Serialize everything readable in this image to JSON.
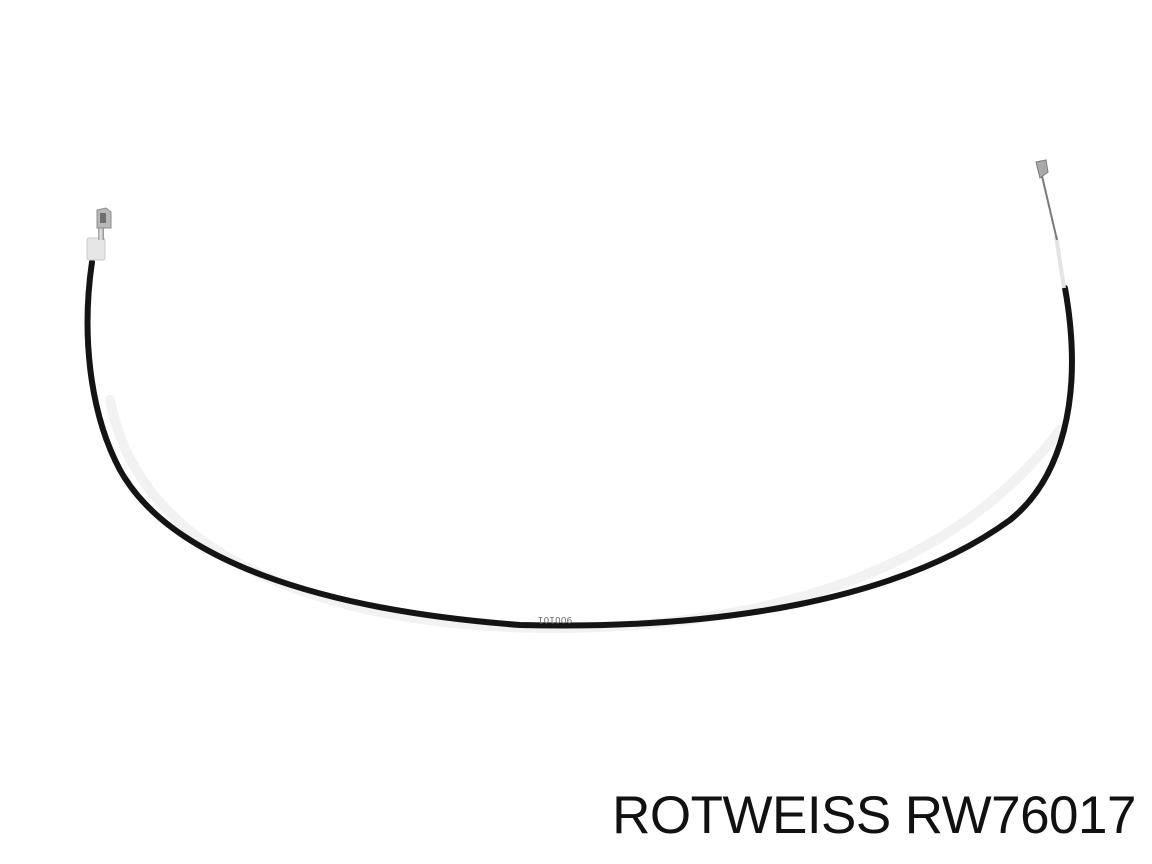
{
  "product": {
    "brand": "ROTWEISS",
    "part_number": "RW76017",
    "cable_marking": "900101"
  },
  "colors": {
    "background": "#ffffff",
    "cable": "#141414",
    "end_fitting": "#e4e4e4",
    "caption_text": "#111111"
  }
}
